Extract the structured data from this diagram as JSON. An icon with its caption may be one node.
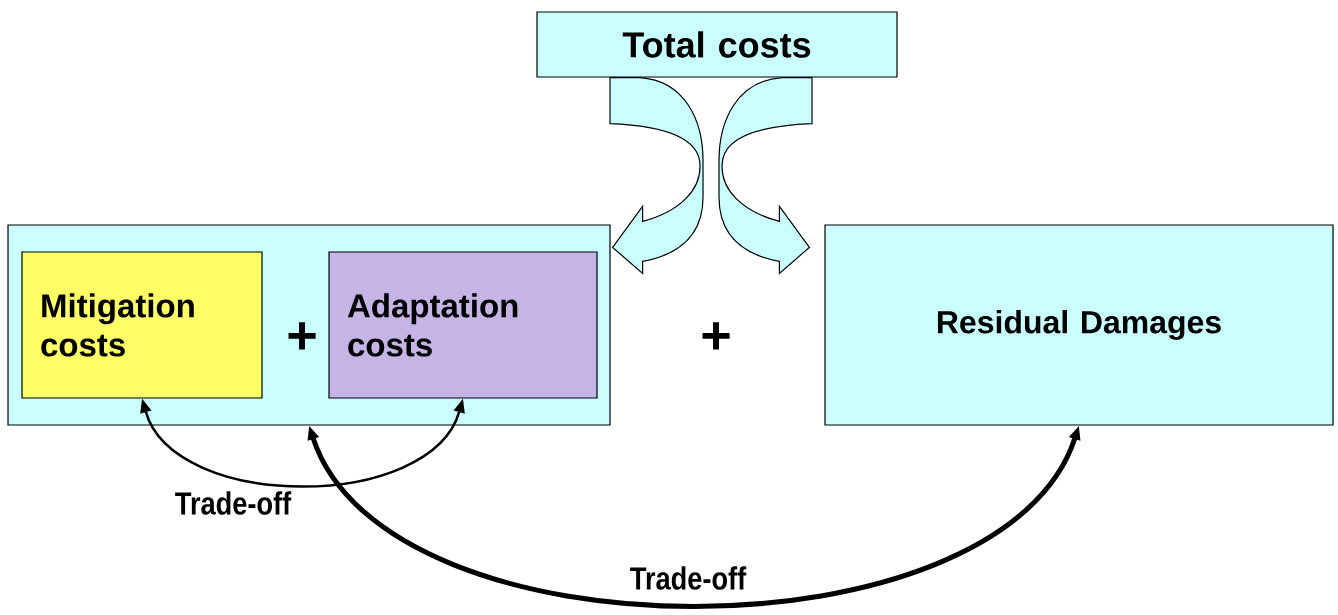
{
  "diagram": {
    "nodes": [
      {
        "text": [
          "Total costs"
        ]
      },
      {
        "text": [],
        "shape": "box"
      },
      {
        "text": [
          "Mitigation costs"
        ],
        "in": 1
      },
      {
        "text": [
          "Adaptation costs"
        ],
        "in": 1
      },
      {
        "text": [
          "Residual Damages"
        ]
      }
    ],
    "edges": [
      {
        "from": 0,
        "to": 1,
        "arrow": "to",
        "style": "thick"
      },
      {
        "from": 0,
        "to": 4,
        "arrow": "to",
        "style": "thick"
      },
      {
        "from": 2,
        "to": 3,
        "arrow": "both",
        "label": "Trade-off"
      },
      {
        "from": 1,
        "to": 4,
        "arrow": "both",
        "label": "Trade-off",
        "style": "thick"
      }
    ],
    "labels": [
      "+",
      "+"
    ]
  }
}
